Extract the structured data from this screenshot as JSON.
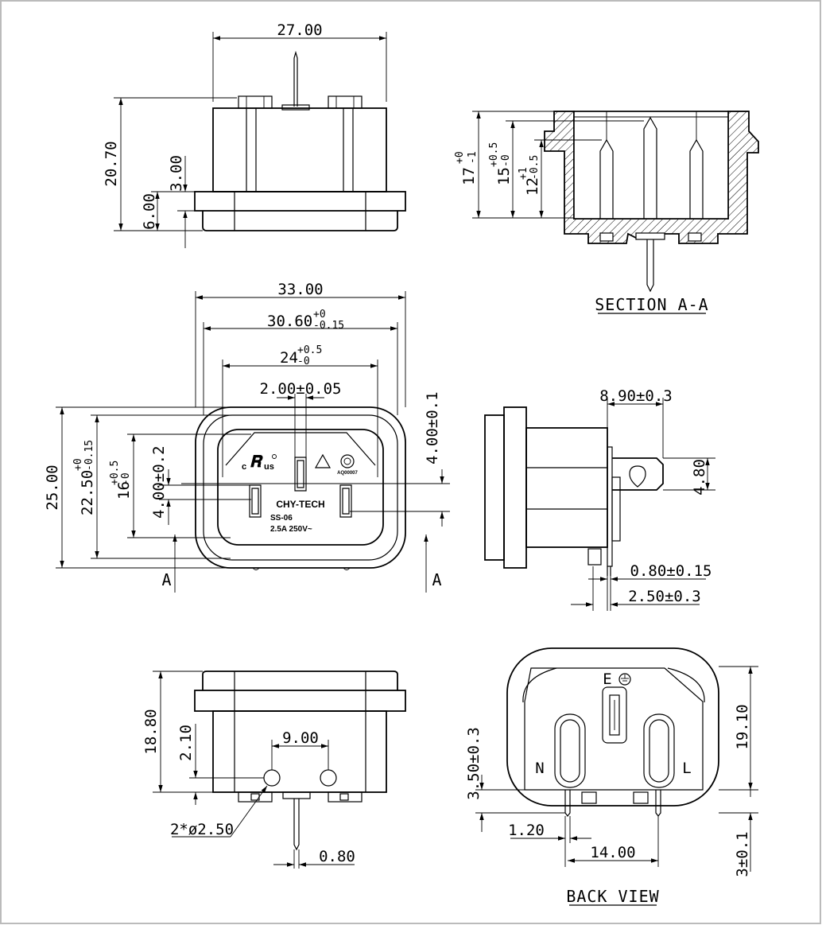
{
  "top_view": {
    "width_label": "27.00",
    "height_label": "20.70",
    "flange_label": "3.00",
    "base_label": "6.00"
  },
  "section": {
    "title": "SECTION A-A",
    "dim_17": {
      "main": "17",
      "sup": "+0",
      "sub": "-1"
    },
    "dim_15": {
      "main": "15",
      "sup": "+0.5",
      "sub": "-0"
    },
    "dim_12": {
      "main": "12",
      "sup": "+1",
      "sub": "-0.5"
    }
  },
  "front_view": {
    "width_outer": "33.00",
    "width_flange": {
      "main": "30.60",
      "sup": "+0",
      "sub": "-0.15"
    },
    "width_inner": {
      "main": "24",
      "sup": "+0.5",
      "sub": "-0"
    },
    "pin_spacing": "2.00±0.05",
    "height_outer": "25.00",
    "height_flange": {
      "main": "22.50",
      "sup": "+0",
      "sub": "-0.15"
    },
    "height_inner": {
      "main": "16",
      "sup": "+0.5",
      "sub": "-0"
    },
    "pin_offset_left": "4.00±0.2",
    "pin_offset_right": "4.00±0.1",
    "section_mark_left": "A",
    "section_mark_right": "A",
    "brand": "CHY-TECH",
    "model": "SS-06",
    "rating": "2.5A 250V~",
    "cert_code": "AQ00007",
    "ul_c": "c",
    "ul_us": "us"
  },
  "side_view": {
    "tab_length": "8.90±0.3",
    "tab_width": "4.80",
    "tab_thickness": "0.80±0.15",
    "tab_offset": "2.50±0.3"
  },
  "bottom_view": {
    "height": "18.80",
    "hole_offset": "2.10",
    "hole_spacing": "9.00",
    "hole_dia": "2*ø2.50",
    "pin_thk": "0.80"
  },
  "back_view": {
    "title": "BACK VIEW",
    "earth_label": "E",
    "neutral_label": "N",
    "live_label": "L",
    "height": "19.10",
    "pin_offset": "3.50±0.3",
    "pin_width": "1.20",
    "pin_spacing": "14.00",
    "pin_protrusion": "3±0.1"
  }
}
